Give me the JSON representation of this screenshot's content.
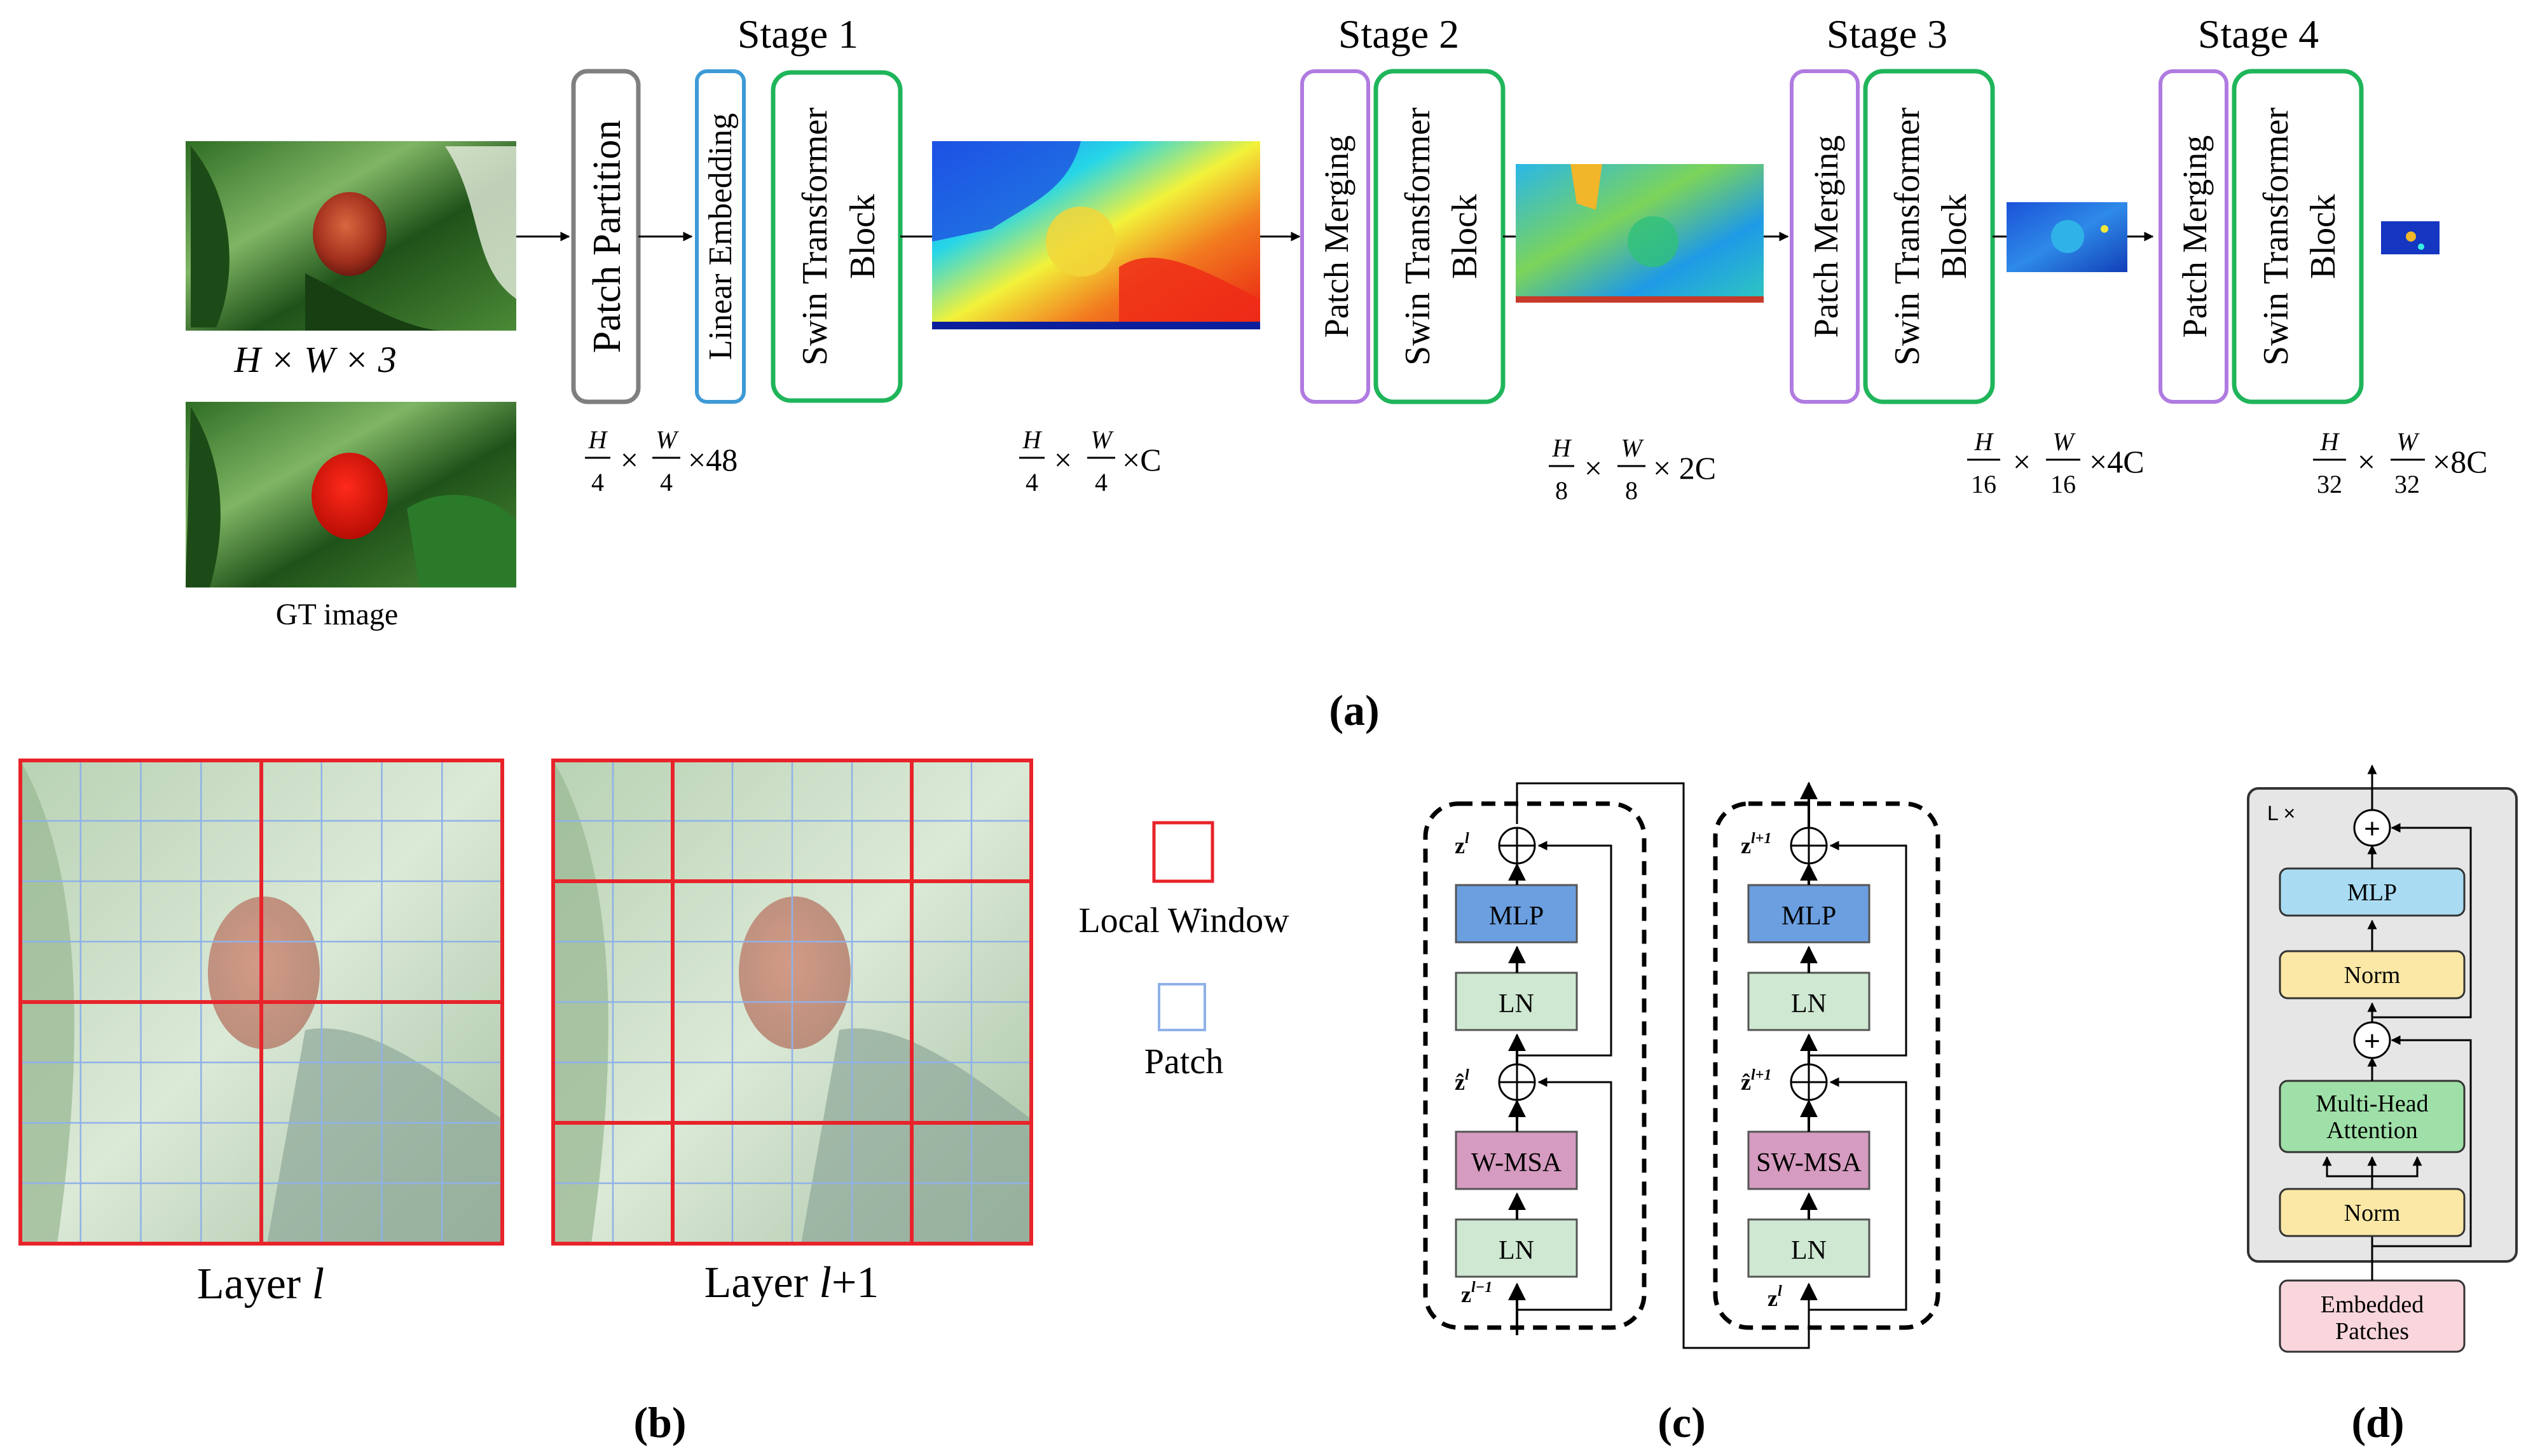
{
  "panel_a": {
    "caption": "(a)",
    "input_label": "H × W × 3",
    "gt_label": "GT image",
    "stages": [
      {
        "title": "Stage 1",
        "dims": {
          "num1": "H",
          "den1": "4",
          "num2": "W",
          "den2": "4",
          "tail": "×48"
        },
        "out_dims": {
          "num1": "H",
          "den1": "4",
          "num2": "W",
          "den2": "4",
          "tail": "×C"
        }
      },
      {
        "title": "Stage 2",
        "dims": {
          "num1": "H",
          "den1": "8",
          "num2": "W",
          "den2": "8",
          "tail": "× 2C"
        }
      },
      {
        "title": "Stage 3",
        "dims": {
          "num1": "H",
          "den1": "16",
          "num2": "W",
          "den2": "16",
          "tail": "×4C"
        }
      },
      {
        "title": "Stage 4",
        "dims": {
          "num1": "H",
          "den1": "32",
          "num2": "W",
          "den2": "32",
          "tail": "×8C"
        }
      }
    ],
    "blocks": {
      "patch_partition": "Patch Partition",
      "linear_embedding": "Linear Embedding",
      "swin_block_line1": "Swin Transformer",
      "swin_block_line2": "Block",
      "patch_merging": "Patch Merging"
    },
    "colors": {
      "partition": "#7f7f7f",
      "embedding": "#3d9ad6",
      "swin": "#1fb55a",
      "merging": "#b07be0"
    }
  },
  "panel_b": {
    "caption": "(b)",
    "layer_l_prefix": "Layer ",
    "layer_l_var": "l",
    "layer_l1_var": "l",
    "layer_l1_suffix": "+1",
    "legend_window": "Local Window",
    "legend_patch": "Patch",
    "colors": {
      "window": "#e8232a",
      "patch": "#8fb1e8"
    }
  },
  "panel_c": {
    "caption": "(c)",
    "left": {
      "mlp": "MLP",
      "ln_top": "LN",
      "msa": "W-MSA",
      "ln_bottom": "LN",
      "z_out": "z",
      "z_out_sup": "l",
      "z_hat": "ẑ",
      "z_hat_sup": "l",
      "z_in": "z",
      "z_in_sup": "l−1"
    },
    "right": {
      "mlp": "MLP",
      "ln_top": "LN",
      "msa": "SW-MSA",
      "ln_bottom": "LN",
      "z_out": "z",
      "z_out_sup": "l+1",
      "z_hat": "ẑ",
      "z_hat_sup": "l+1",
      "z_in": "z",
      "z_in_sup": "l"
    },
    "plus": "+",
    "colors": {
      "mlp": "#6b9fe0",
      "ln": "#cfe8d2",
      "msa": "#d69bc0"
    }
  },
  "panel_d": {
    "caption": "(d)",
    "repeat": "L ×",
    "mlp": "MLP",
    "norm_top": "Norm",
    "attention_line1": "Multi-Head",
    "attention_line2": "Attention",
    "norm_bottom": "Norm",
    "embedded_line1": "Embedded",
    "embedded_line2": "Patches",
    "plus": "+",
    "colors": {
      "mlp": "#a9dcf2",
      "norm": "#fbe8a6",
      "attention": "#9fe0a8",
      "embedded": "#f9d6dc",
      "frame": "#e6e6e6"
    }
  }
}
